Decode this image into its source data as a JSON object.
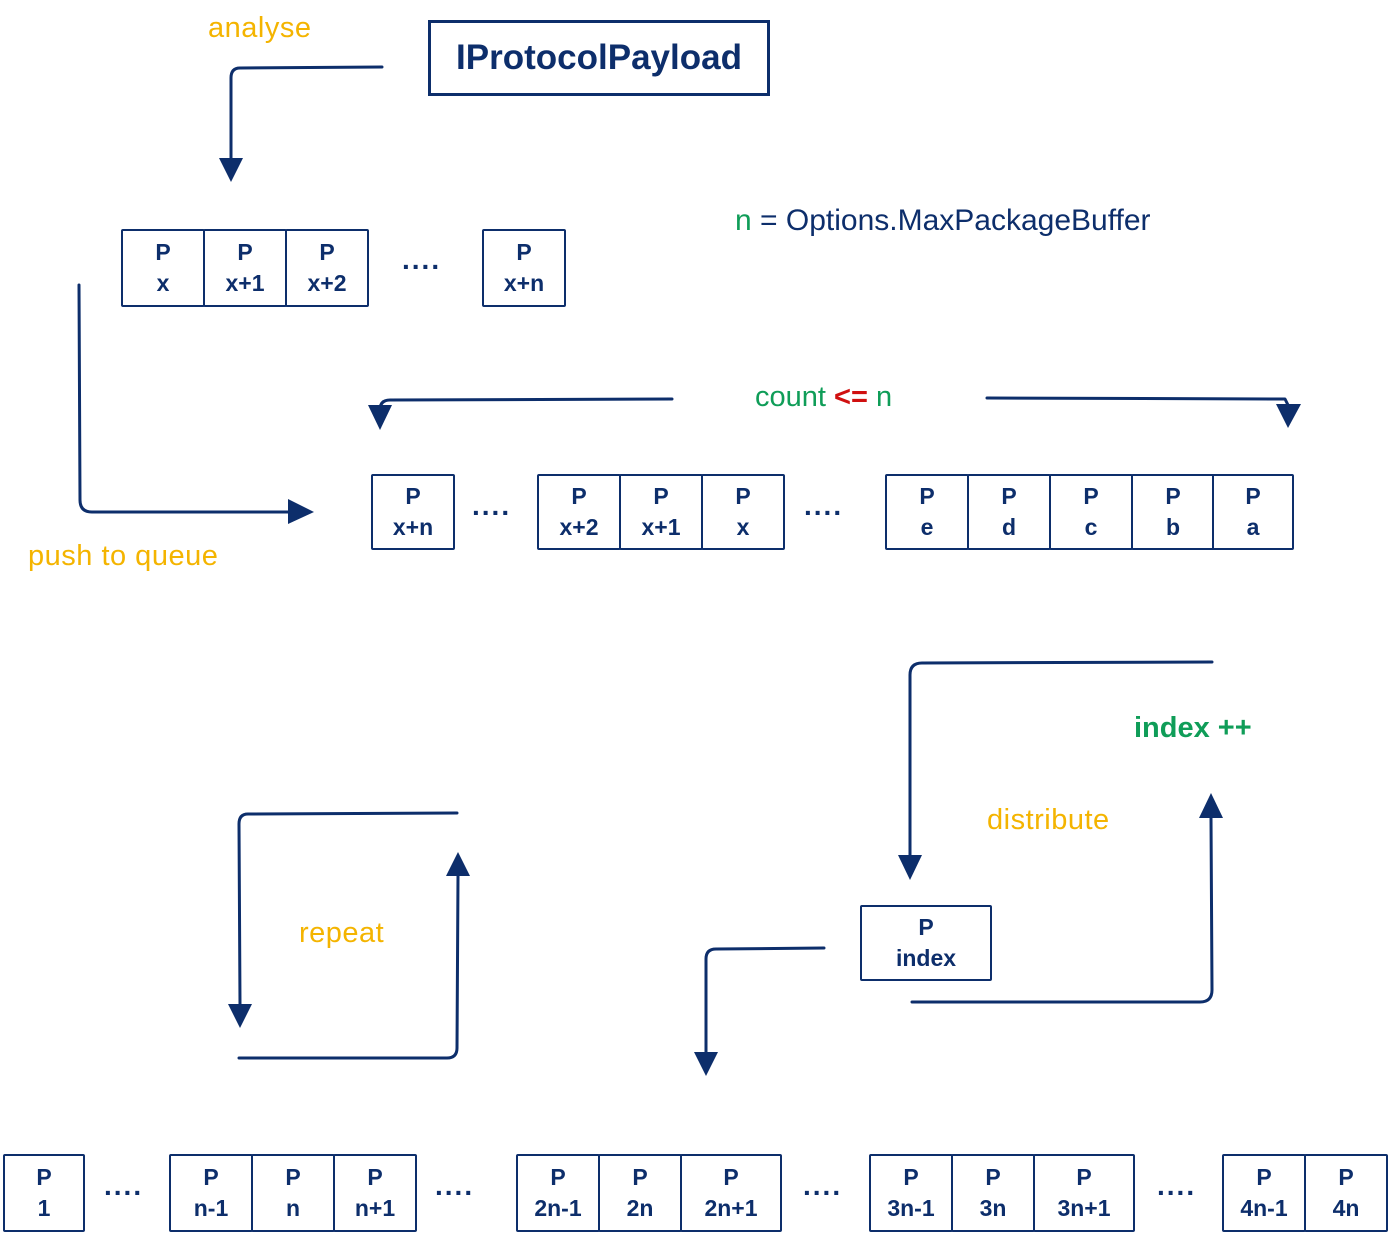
{
  "title": "IProtocolPayload",
  "labels": {
    "analyse": "analyse",
    "push_to_queue": "push to queue",
    "distribute": "distribute",
    "repeat": "repeat",
    "index_inc": "index ++",
    "count_prefix": "count",
    "count_op": "<=",
    "count_suffix": "n",
    "n_def_var": "n",
    "n_def_rest": " = Options.MaxPackageBuffer"
  },
  "dots": "....",
  "packet_prefix": "P",
  "row1": [
    "x",
    "x+1",
    "x+2",
    "x+n"
  ],
  "row2": [
    "x+n",
    "x+2",
    "x+1",
    "x",
    "e",
    "d",
    "c",
    "b",
    "a"
  ],
  "index_box": "index",
  "row3": [
    "1",
    "n-1",
    "n",
    "n+1",
    "2n-1",
    "2n",
    "2n+1",
    "3n-1",
    "3n",
    "3n+1",
    "4n-1",
    "4n"
  ],
  "colors": {
    "navy": "#0d2e6b",
    "orange": "#f4b400",
    "green": "#0f9d58",
    "red": "#d01010"
  }
}
